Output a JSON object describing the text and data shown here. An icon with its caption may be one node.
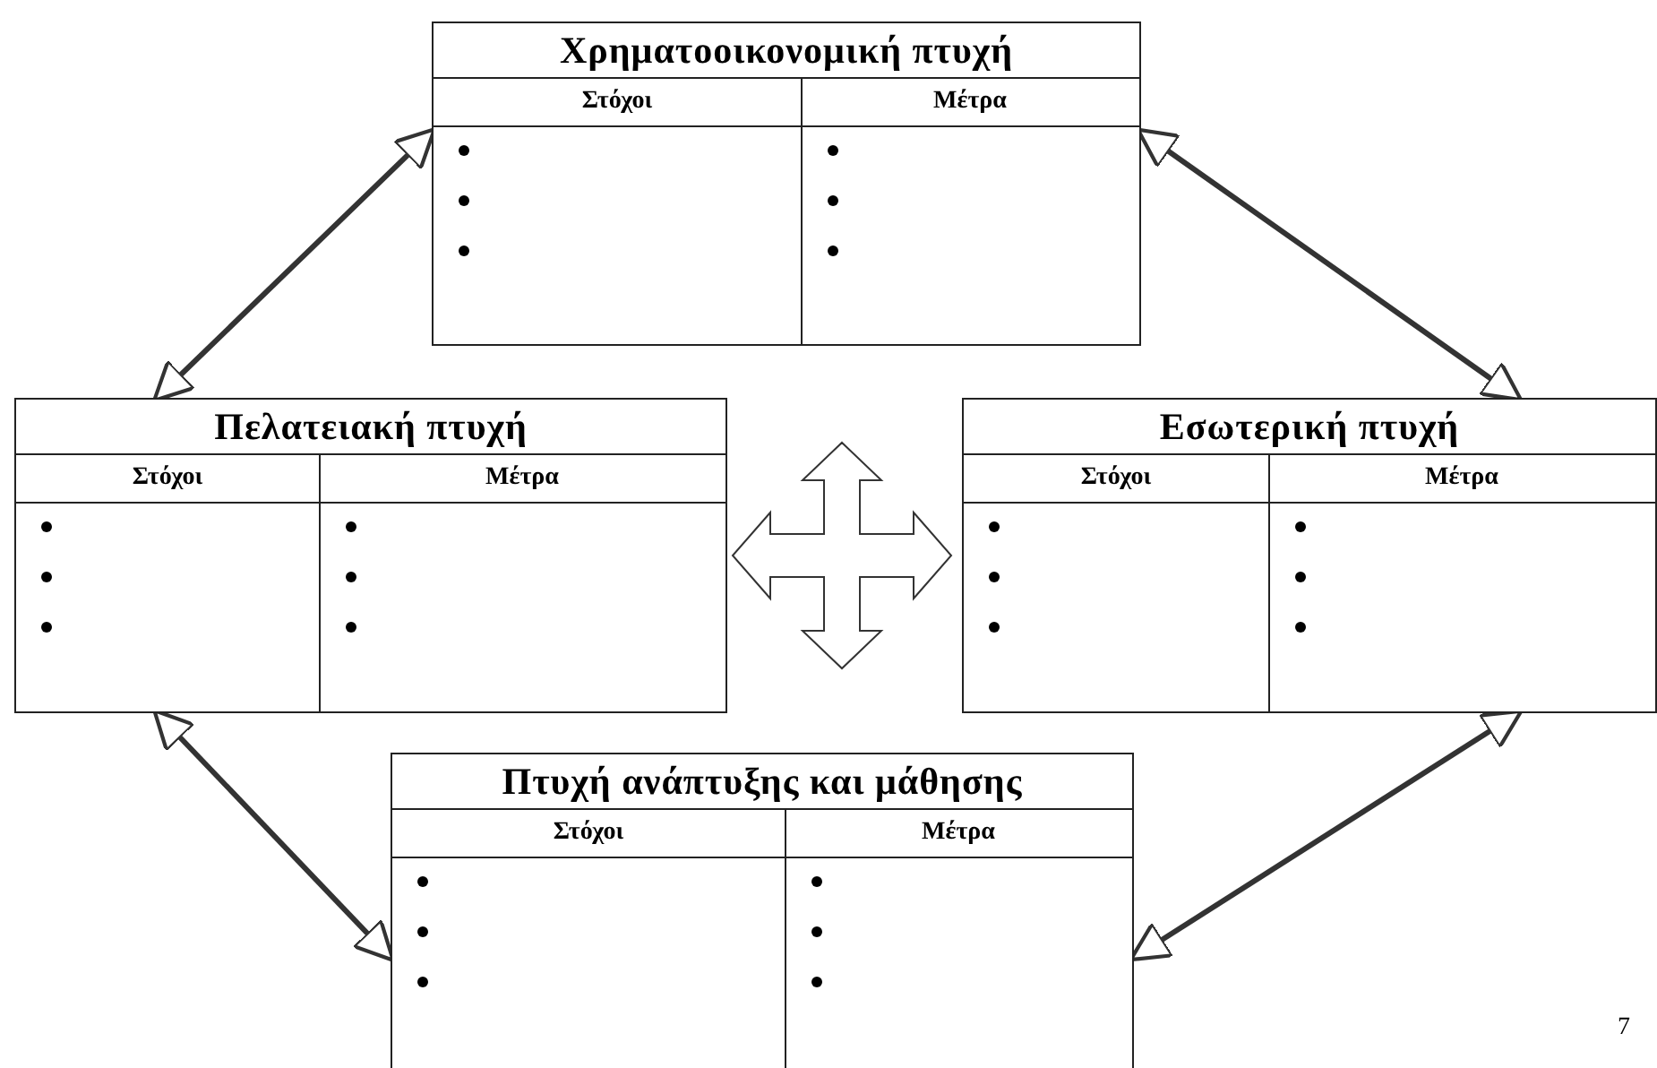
{
  "diagram": {
    "nodes": [
      {
        "text": [
          "Χρηματοοικονομική πτυχή",
          "Στόχοι",
          "Μέτρα"
        ]
      },
      {
        "text": [
          "Πελατειακή πτυχή",
          "Στόχοι",
          "Μέτρα"
        ]
      },
      {
        "text": [
          "Εσωτερική πτυχή",
          "Στόχοι",
          "Μέτρα"
        ]
      },
      {
        "text": [
          "Πτυχή ανάπτυξης και μάθησης",
          "Στόχοι",
          "Μέτρα"
        ]
      }
    ],
    "edges": [
      {
        "from": 0,
        "to": 1,
        "arrow": "both"
      },
      {
        "from": 0,
        "to": 2,
        "arrow": "both"
      },
      {
        "from": 1,
        "to": 3,
        "arrow": "both"
      },
      {
        "from": 2,
        "to": 3,
        "arrow": "both"
      }
    ],
    "labels": [
      "7"
    ]
  }
}
